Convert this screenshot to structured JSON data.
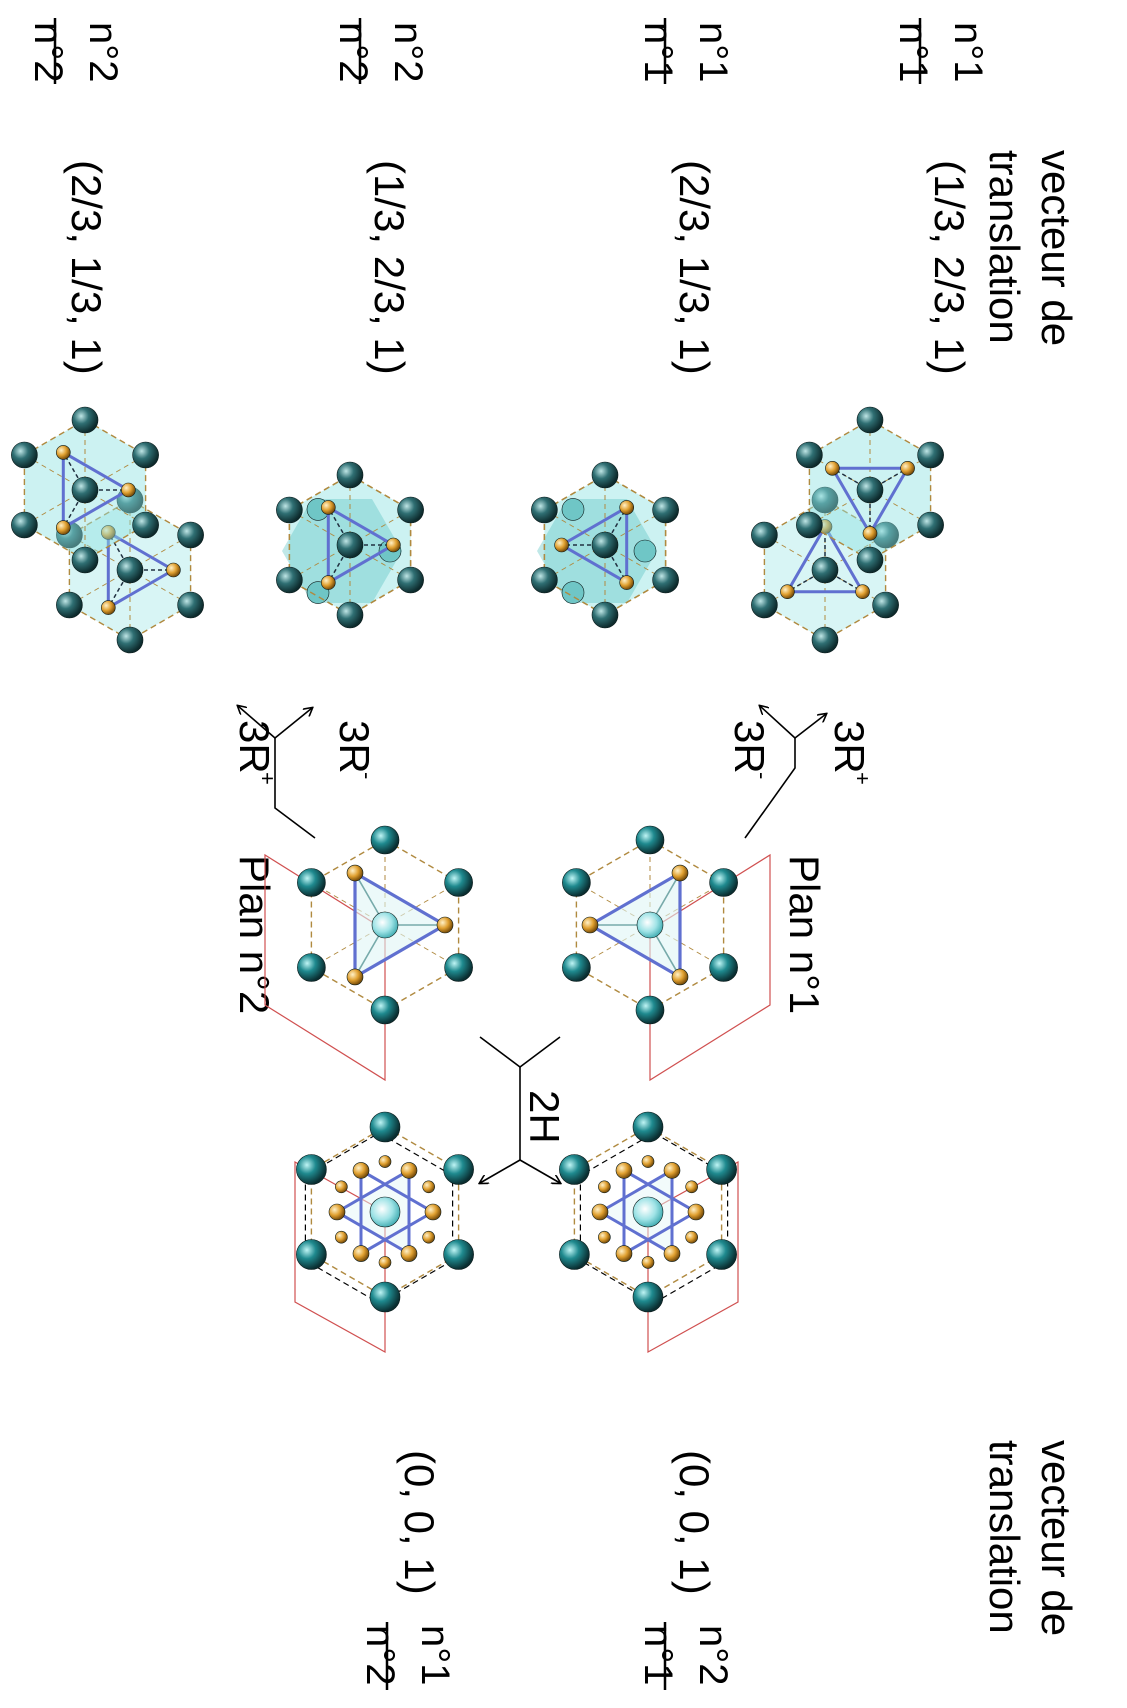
{
  "header_top": {
    "line1": "vecteur de",
    "line2": "translation"
  },
  "header_bottom": {
    "line1": "vecteur de",
    "line2": "translation"
  },
  "rows": [
    {
      "vector": "(1/3, 2/3, 1)",
      "frac_num": "n°1",
      "frac_den": "n°1",
      "stack": "3R+"
    },
    {
      "vector": "(2/3, 1/3, 1)",
      "frac_num": "n°1",
      "frac_den": "n°1",
      "stack": "3R-"
    },
    {
      "vector": "(1/3, 2/3, 1)",
      "frac_num": "n°2",
      "frac_den": "n°2",
      "stack": "3R-"
    },
    {
      "vector": "(2/3, 1/3, 1)",
      "frac_num": "n°2",
      "frac_den": "n°2",
      "stack": "3R+"
    }
  ],
  "planes": {
    "plane1": "Plan n°1",
    "plane2": "Plan n°2"
  },
  "arrow_labels": {
    "upper_plus_base": "3R",
    "upper_plus_sup": "+",
    "upper_minus_base": "3R",
    "upper_minus_sup": "-",
    "lower_minus_base": "3R",
    "lower_minus_sup": "-",
    "lower_plus_base": "3R",
    "lower_plus_sup": "+",
    "hex": "2H"
  },
  "hex_rows": [
    {
      "vector": "(0, 0, 1)",
      "frac_num": "n°2",
      "frac_den": "n°1"
    },
    {
      "vector": "(0, 0, 1)",
      "frac_num": "n°1",
      "frac_den": "n°2"
    }
  ],
  "colors": {
    "metal_atom": "#2f6f73",
    "chalcogen_atom": "#e0a030",
    "hex_fill": "#8fe3e3",
    "bond": "#6070d0",
    "dashed_edge": "#b08a40",
    "cell_outline": "#d05050"
  }
}
